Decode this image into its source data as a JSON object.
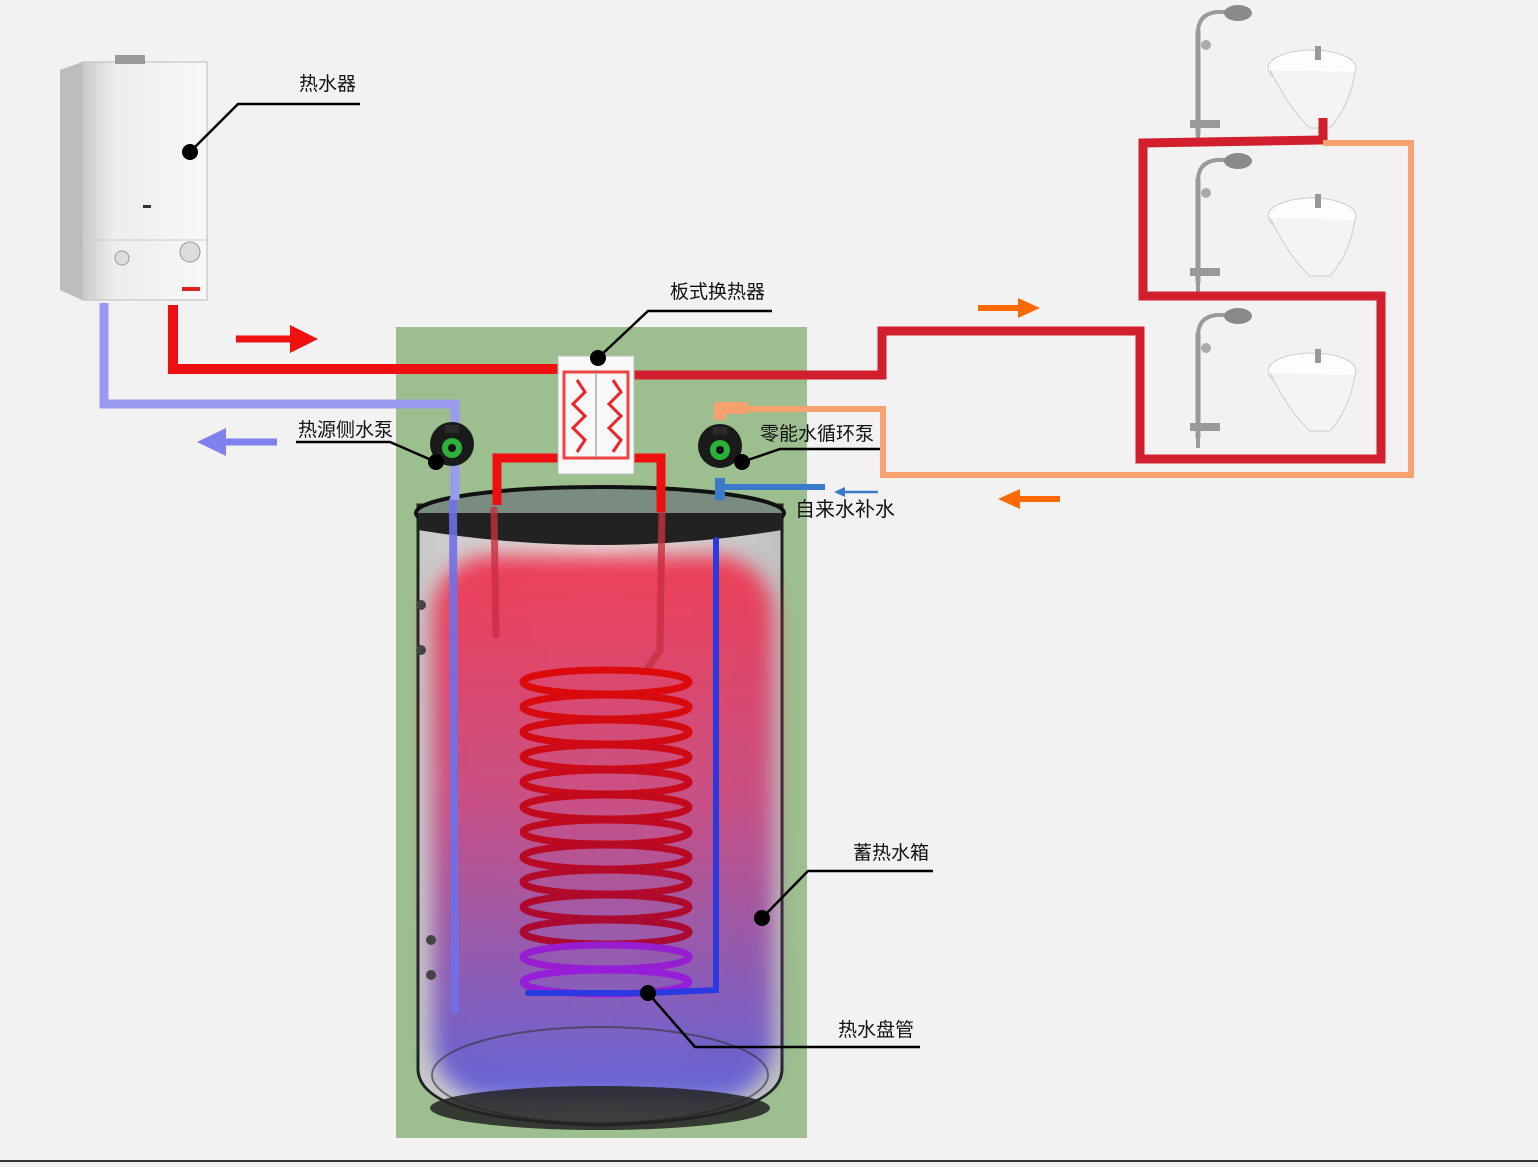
{
  "labels": {
    "water_heater": "热水器",
    "plate_heat_exchanger": "板式换热器",
    "heat_source_pump": "热源侧水泵",
    "zero_cold_water_pump": "零能水循环泵",
    "tap_water_makeup": "自来水补水",
    "storage_tank": "蓄热水箱",
    "hot_water_coil": "热水盘管"
  },
  "colors": {
    "hot_pipe": "#e8101a",
    "dark_hot_pipe": "#d21f2d",
    "return_pipe": "#9a9af0",
    "loop_return": "#f7a070",
    "cold_pipe": "#3a6fc8",
    "flow_arrow_orange": "#ff6a00",
    "flow_arrow_red": "#f01010",
    "flow_arrow_blue": "#8080ee",
    "panel_green": "#9dbf8f",
    "background": "#f2f2f2"
  }
}
